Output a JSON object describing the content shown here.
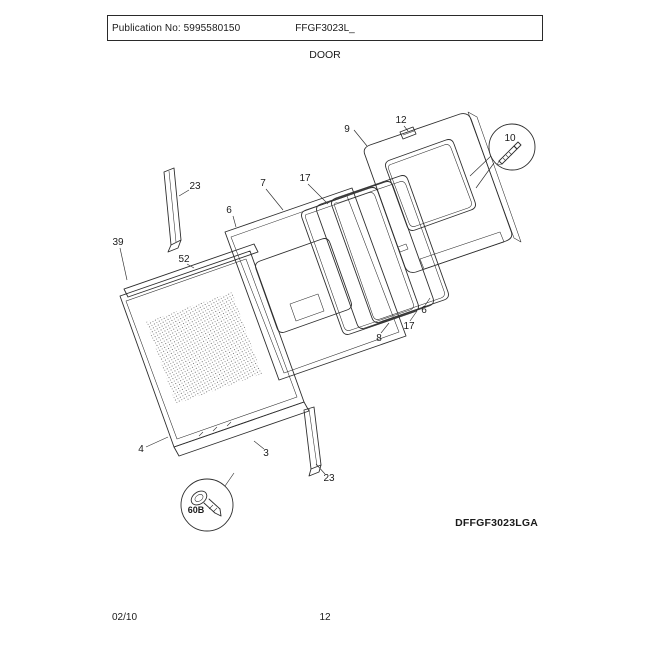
{
  "colors": {
    "paper": "#ffffff",
    "ink": "#2e2e2e"
  },
  "header": {
    "publication_label": "Publication No: 5995580150",
    "model": "FFGF3023L_",
    "section_title": "DOOR"
  },
  "footer": {
    "date": "02/10",
    "page_number": "12"
  },
  "diagram": {
    "code": "DFFGF3023LGA",
    "callouts": [
      {
        "id": "9-top",
        "label": "9"
      },
      {
        "id": "12",
        "label": "12"
      },
      {
        "id": "10",
        "label": "10"
      },
      {
        "id": "23-upper",
        "label": "23"
      },
      {
        "id": "7",
        "label": "7"
      },
      {
        "id": "17-left",
        "label": "17"
      },
      {
        "id": "6-left",
        "label": "6"
      },
      {
        "id": "39",
        "label": "39"
      },
      {
        "id": "52",
        "label": "52"
      },
      {
        "id": "6-right",
        "label": "6"
      },
      {
        "id": "17-right",
        "label": "17"
      },
      {
        "id": "8",
        "label": "8"
      },
      {
        "id": "4",
        "label": "4"
      },
      {
        "id": "3",
        "label": "3"
      },
      {
        "id": "23-lower",
        "label": "23"
      },
      {
        "id": "60b",
        "label": "60B"
      }
    ]
  }
}
